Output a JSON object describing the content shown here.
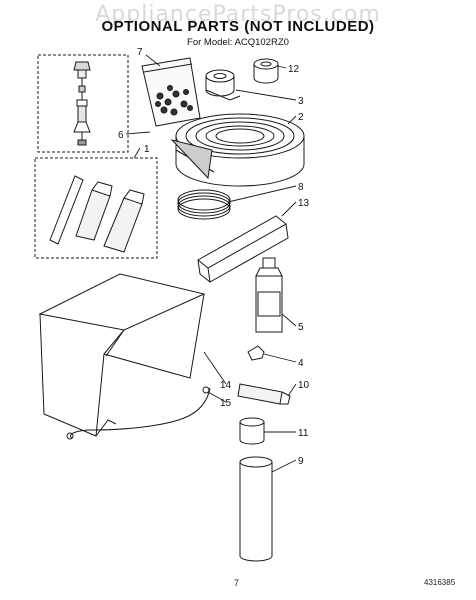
{
  "header": {
    "watermark": "AppliancePartsPros.com",
    "title": "OPTIONAL PARTS (NOT INCLUDED)",
    "subtitle": "For Model: ACQ102RZ0"
  },
  "callouts": [
    {
      "label": "7"
    },
    {
      "label": "12"
    },
    {
      "label": "3"
    },
    {
      "label": "2"
    },
    {
      "label": "6"
    },
    {
      "label": "1"
    },
    {
      "label": "8"
    },
    {
      "label": "13"
    },
    {
      "label": "5"
    },
    {
      "label": "4"
    },
    {
      "label": "10"
    },
    {
      "label": "14"
    },
    {
      "label": "15"
    },
    {
      "label": "11"
    },
    {
      "label": "9"
    }
  ],
  "footer": {
    "page_number": "7",
    "document_number": "4316385"
  }
}
